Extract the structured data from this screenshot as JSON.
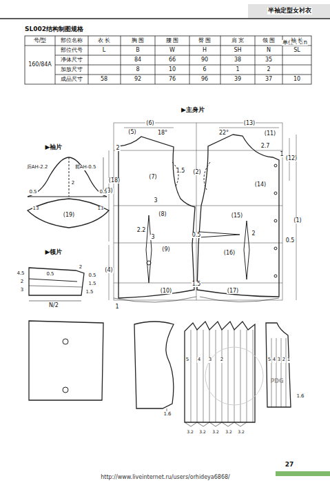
{
  "diagram": {
    "title": "SL002结构制图规格",
    "labels": [
      "半袖定型女衬衣",
      "单位：cm",
      "号/型",
      "部位名称",
      "衣 长",
      "胸 围",
      "腰 围",
      "臀 围",
      "肩 宽",
      "领 围",
      "袖 长",
      "部位代号",
      "L",
      "B",
      "W",
      "H",
      "SH",
      "N",
      "SL",
      "160/84A",
      "净体尺寸",
      "84",
      "66",
      "90",
      "38",
      "35",
      "加放尺寸",
      "8",
      "10",
      "6",
      "1",
      "2",
      "成品尺寸",
      "58",
      "92",
      "76",
      "96",
      "39",
      "37",
      "10",
      "▶主身片",
      "(6)",
      "(5)",
      "18°",
      "(13)",
      "22°",
      "(11)",
      "2",
      "2.7",
      "1",
      "(12)",
      "(7)",
      "1.5",
      "(2)",
      "(14)",
      "(3)",
      "(1)",
      "3",
      "(8)",
      "(15)",
      "2.2",
      "3",
      "0.5",
      "2",
      "0.5",
      "(9)",
      "(16)",
      "(4)",
      "1.5",
      "(10)",
      "(17)",
      "1",
      "▶袖片",
      "后AH-2.2",
      "前AH-0.5",
      "0.5",
      "2",
      "0.5",
      "(18)",
      "13",
      "(19)",
      "13",
      "▶领片",
      "4.5",
      "0.5",
      "2",
      "3",
      "2",
      "0.5",
      "1.5",
      "1.5",
      "N/2",
      "1.6",
      "5",
      "4",
      "3",
      "2",
      "3.2",
      "3.2",
      "3.2",
      "3.2",
      "3.2",
      "5",
      "4",
      "3",
      "2",
      "1",
      "1.6",
      "PDG",
      "27",
      "http://www.liveinternet.ru/users/orhideya6868/"
    ]
  }
}
